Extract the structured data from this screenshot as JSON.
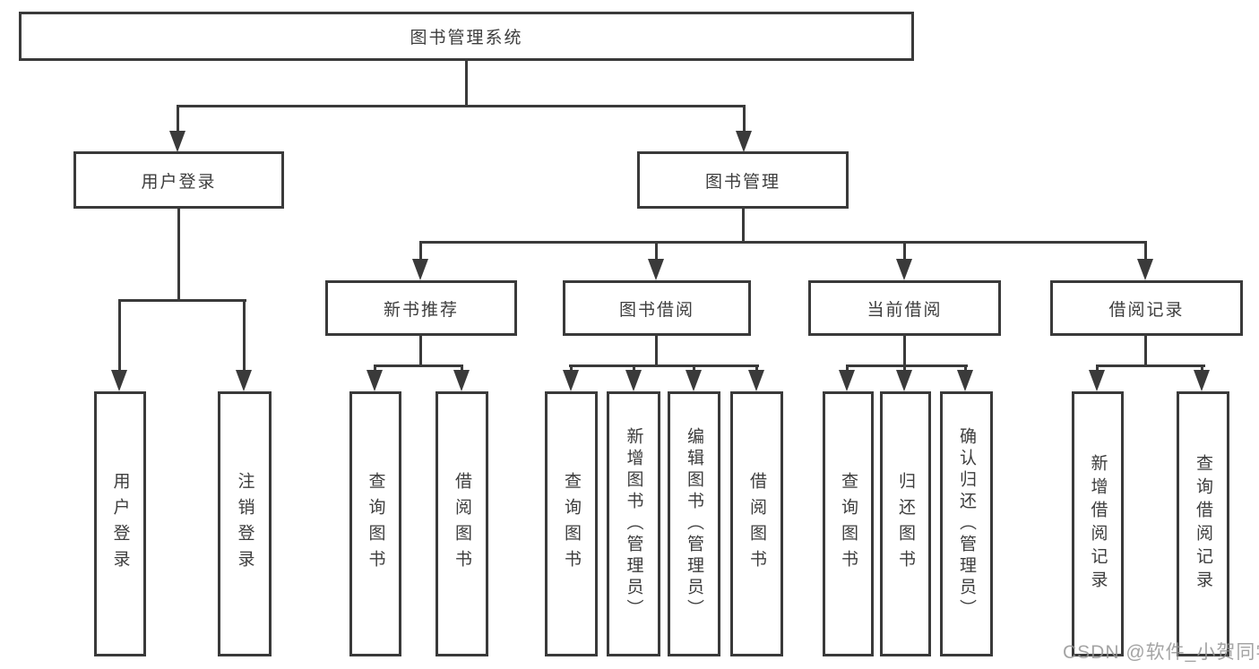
{
  "diagram_type": "hierarchy-tree",
  "colors": {
    "line": "#3a3a3a",
    "box_border": "#3a3a3a",
    "box_background": "#ffffff",
    "text": "#3d3d3d",
    "watermark": "#949494"
  },
  "tree": {
    "label": "图书管理系统",
    "children": [
      {
        "label": "用户登录",
        "children": [
          {
            "label": "用户登录"
          },
          {
            "label": "注销登录"
          }
        ]
      },
      {
        "label": "图书管理",
        "children": [
          {
            "label": "新书推荐",
            "children": [
              {
                "label": "查询图书"
              },
              {
                "label": "借阅图书"
              }
            ]
          },
          {
            "label": "图书借阅",
            "children": [
              {
                "label": "查询图书"
              },
              {
                "label": "新增图书（管理员）"
              },
              {
                "label": "编辑图书（管理员）"
              },
              {
                "label": "借阅图书"
              }
            ]
          },
          {
            "label": "当前借阅",
            "children": [
              {
                "label": "查询图书"
              },
              {
                "label": "归还图书"
              },
              {
                "label": "确认归还（管理员）"
              }
            ]
          },
          {
            "label": "借阅记录",
            "children": [
              {
                "label": "新增借阅记录"
              },
              {
                "label": "查询借阅记录"
              }
            ]
          }
        ]
      }
    ]
  },
  "watermark": {
    "text": "CSDN @软件_小贺同学"
  }
}
